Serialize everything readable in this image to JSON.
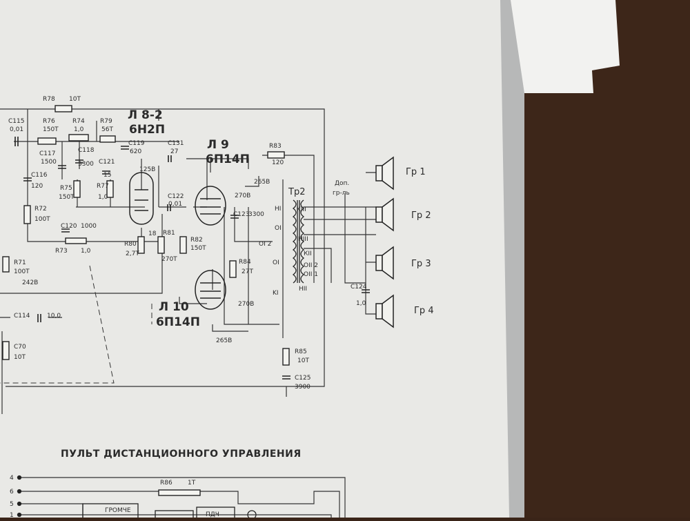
{
  "tubes": {
    "l8_id": "Л 8-2",
    "l8_type": "6Н2П",
    "l9_id": "Л 9",
    "l9_type": "6П14П",
    "l10_id": "Л 10",
    "l10_type": "6П14П"
  },
  "components": {
    "r78": "R78",
    "r78v": "10Т",
    "c115": "C115",
    "c115v": "0,01",
    "r76": "R76",
    "r76v": "150Т",
    "r74": "R74",
    "r74v": "1,0",
    "r79": "R79",
    "r79v": "56Т",
    "c117": "C117",
    "c117v": "1500",
    "c118": "C118",
    "c118v": "3300",
    "c119": "C119",
    "c119v": "620",
    "c131": "C131",
    "c131v": "27",
    "c121": "C121",
    "c121v": "15",
    "c116": "C116",
    "c116v": "120",
    "r75": "R75",
    "r75v": "150Т",
    "r77": "R77",
    "r77v": "1,0",
    "r72": "R72",
    "r72v": "100Т",
    "c120": "C120",
    "c120v": "1000",
    "r73": "R73",
    "r73v": "1,0",
    "c122": "C122",
    "c122v": "0,01",
    "r81": "R81",
    "r81v": "270Т",
    "r80": "R80",
    "r80v": "2,7Т",
    "r82": "R82",
    "r82v": "150Т",
    "r83": "R83",
    "r83v": "120",
    "c123": "C123",
    "c123v": "3300",
    "r84": "R84",
    "r84v": "27Т",
    "r71": "R71",
    "r71v": "100Т",
    "c114": "C114",
    "c114v": "10,0",
    "c70": "C70",
    "c70v": "10Т",
    "r85": "R85",
    "r85v": "10Т",
    "c125": "C125",
    "c125v": "3900",
    "c124": "C124",
    "c124v": "1,0",
    "r86": "R86",
    "r86v": "1Т"
  },
  "voltages": {
    "v125": "125В",
    "v18": "18",
    "v265a": "265В",
    "v270a": "270В",
    "v242": "242В",
    "v270b": "270В",
    "v265b": "265В"
  },
  "transformer": {
    "name": "Тр2",
    "w1": "НI",
    "w2": "OI",
    "w3": "ОI 2",
    "w4": "OI",
    "w5": "KI",
    "w6": "KIII",
    "w7": "НIII",
    "w8": "КII",
    "w9": "ОII 2",
    "w10": "ОII 1",
    "w11": "НII"
  },
  "extra_speaker": {
    "line1": "Доп.",
    "line2": "гр-ль"
  },
  "speakers": [
    "Гр 1",
    "Гр 2",
    "Гр 3",
    "Гр 4"
  ],
  "remote": {
    "title": "ПУЛЬТ ДИСТАНЦИОННОГО УПРАВЛЕНИЯ",
    "pins": [
      "4",
      "6",
      "5",
      "1"
    ],
    "box1": "ГРОМЧЕ",
    "box2": "ПДЧ"
  }
}
